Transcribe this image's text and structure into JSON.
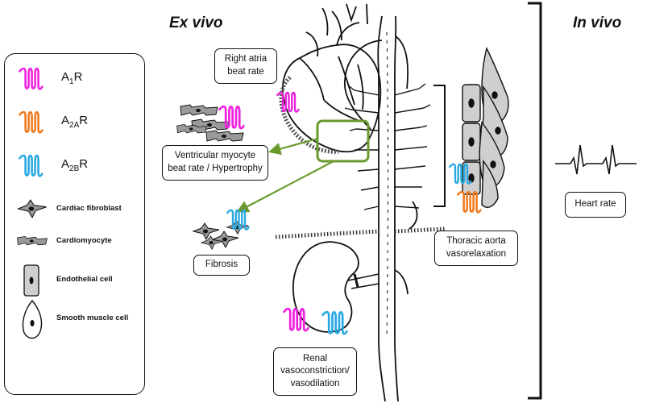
{
  "headings": {
    "ex_vivo": "Ex vivo",
    "in_vivo": "In vivo"
  },
  "legend": {
    "receptors": [
      {
        "name": "A",
        "sub": "1",
        "suffix": "R",
        "color": "#ee22dd"
      },
      {
        "name": "A",
        "sub": "2A",
        "suffix": "R",
        "color": "#f07a1e"
      },
      {
        "name": "A",
        "sub": "2B",
        "suffix": "R",
        "color": "#2aa8e0"
      }
    ],
    "cells": [
      {
        "label": "Cardiac fibroblast",
        "icon": "fibroblast-icon"
      },
      {
        "label": "Cardiomyocyte",
        "icon": "cardiomyocyte-icon"
      },
      {
        "label": "Endothelial cell",
        "icon": "endothelial-cell-icon"
      },
      {
        "label": "Smooth muscle cell",
        "icon": "smooth-muscle-cell-icon"
      }
    ]
  },
  "boxes": {
    "right_atria": [
      "Right atria",
      "beat rate"
    ],
    "ventricular": [
      "Ventricular myocyte",
      "beat rate / Hypertrophy"
    ],
    "fibrosis": [
      "Fibrosis"
    ],
    "aorta": [
      "Thoracic aorta",
      "vasorelaxation"
    ],
    "renal": [
      "Renal",
      "vasoconstriction/",
      "vasodilation"
    ],
    "heart_rate": [
      "Heart rate"
    ]
  },
  "colors": {
    "highlight_box": "#6a9a2e",
    "arrow": "#6a9a2e",
    "outline": "#111111"
  }
}
